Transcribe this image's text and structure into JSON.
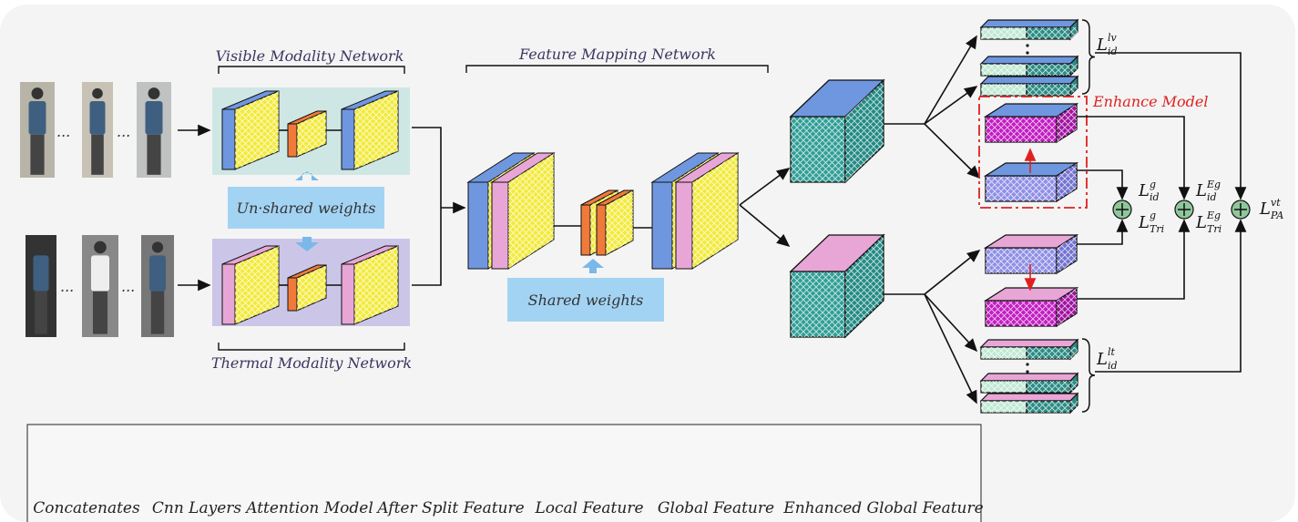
{
  "titles": {
    "visible_network": "Visible Modality Network",
    "thermal_network": "Thermal Modality Network",
    "feature_mapping": "Feature Mapping Network",
    "unshared_weights": "Un·shared weights",
    "shared_weights": "Shared weights",
    "enhance_model": "Enhance Model",
    "ellipsis": "..."
  },
  "losses": {
    "local_visible": {
      "base": "L",
      "sub": "id",
      "sup": "lv"
    },
    "global": {
      "base": "L",
      "sub": "id",
      "sup": "g"
    },
    "global_tri": {
      "base": "L",
      "sub": "Tri",
      "sup": "g"
    },
    "enhanced": {
      "base": "L",
      "sub": "id",
      "sup": "Eg"
    },
    "enhanced_tri": {
      "base": "L",
      "sub": "Tri",
      "sup": "Eg"
    },
    "pa": {
      "base": "L",
      "sub": "PA",
      "sup": "vt"
    },
    "local_thermal": {
      "base": "L",
      "sub": "id",
      "sup": "lt"
    }
  },
  "legend": [
    {
      "label": "Concatenates"
    },
    {
      "label": "Cnn Layers"
    },
    {
      "label": "Attention Model"
    },
    {
      "label": "After Split Feature"
    },
    {
      "label": "Local Feature"
    },
    {
      "label": "Global Feature"
    },
    {
      "label": "Enhanced Global Feature"
    }
  ],
  "colors": {
    "visible_panel": "#cfe7e4",
    "thermal_panel": "#cbc6e8",
    "weights_box": "#a3d3f3",
    "cnn_yellow": "#f2ea3a",
    "attention_orange": "#f07a3a",
    "blue": "#6f97e0",
    "pink": "#e8a6d6",
    "teal": "#2f9e96",
    "global_purple": "#8f8fe6",
    "enhanced_magenta": "#c21dc2",
    "enhance_red": "#e02020",
    "concat_green": "#8fc79a"
  }
}
